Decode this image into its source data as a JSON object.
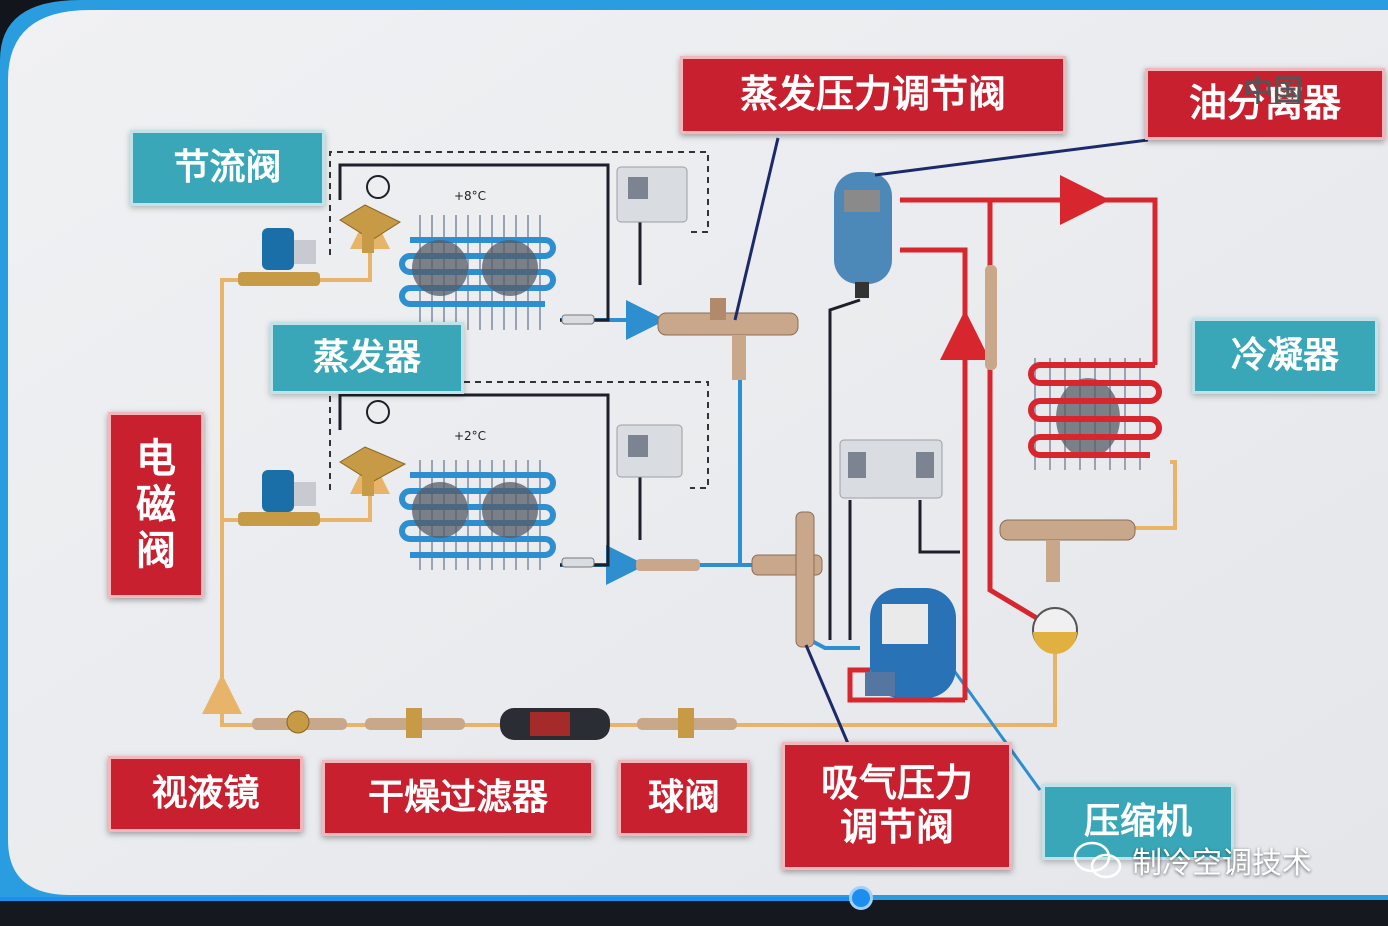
{
  "diagram": {
    "labels": {
      "throttle_valve": "节流阀",
      "evaporating_pressure_valve": "蒸发压力调节阀",
      "oil_separator": "油分离器",
      "evaporator": "蒸发器",
      "condenser": "冷凝器",
      "solenoid_valve": [
        "电",
        "磁",
        "阀"
      ],
      "sight_glass": "视液镜",
      "filter_drier": "干燥过滤器",
      "ball_valve": "球阀",
      "suction_pressure_valve_line1": "吸气压力",
      "suction_pressure_valve_line2": "调节阀",
      "compressor": "压缩机"
    },
    "temperatures": {
      "upper_room": "+8°C",
      "lower_room": "+2°C"
    },
    "watermark": {
      "text": "制冷空调技术",
      "logo_text": "中国"
    },
    "colors": {
      "discharge_line": "#d8262e",
      "suction_line": "#2d8fd0",
      "liquid_line": "#e7b46a",
      "control_line": "#1c2a6a",
      "label_red": "#c8202e",
      "label_teal": "#3aa7b8",
      "progress": "#1d8df0"
    }
  }
}
